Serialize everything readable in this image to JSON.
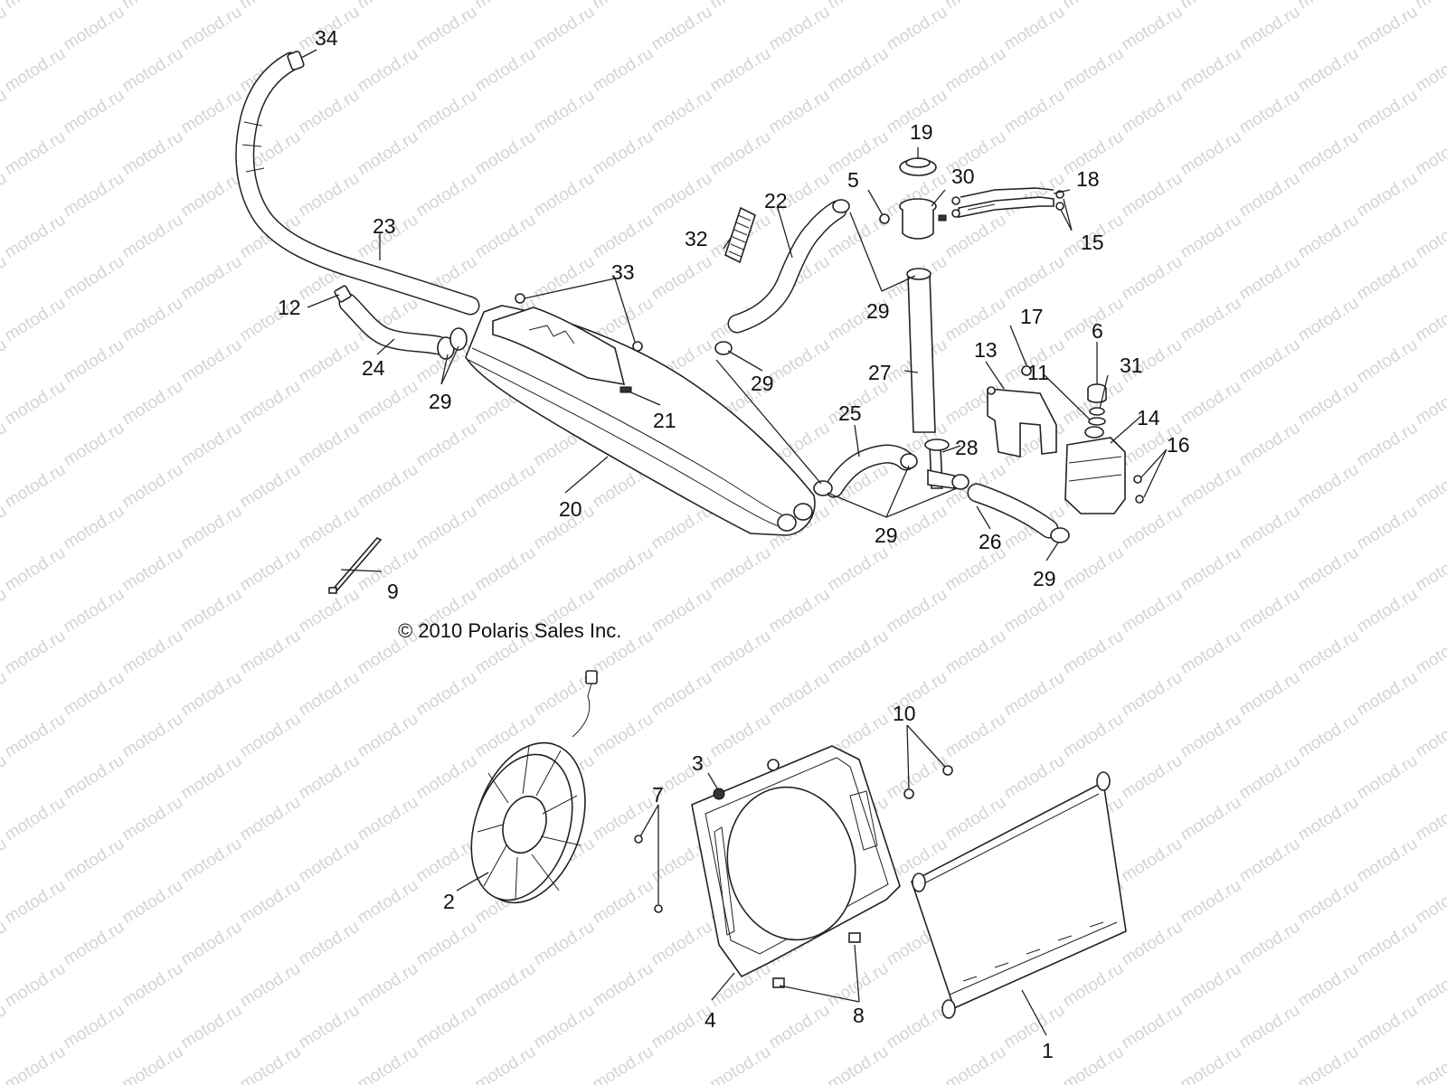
{
  "watermark_text": "motod.ru",
  "copyright": "© 2010 Polaris Sales Inc.",
  "callouts": [
    "34",
    "23",
    "12",
    "24",
    "29",
    "33",
    "21",
    "20",
    "9",
    "19",
    "5",
    "30",
    "22",
    "32",
    "29",
    "18",
    "15",
    "29",
    "27",
    "17",
    "13",
    "6",
    "11",
    "31",
    "25",
    "28",
    "14",
    "16",
    "29",
    "26",
    "29",
    "3",
    "10",
    "7",
    "2",
    "4",
    "8",
    "1"
  ]
}
